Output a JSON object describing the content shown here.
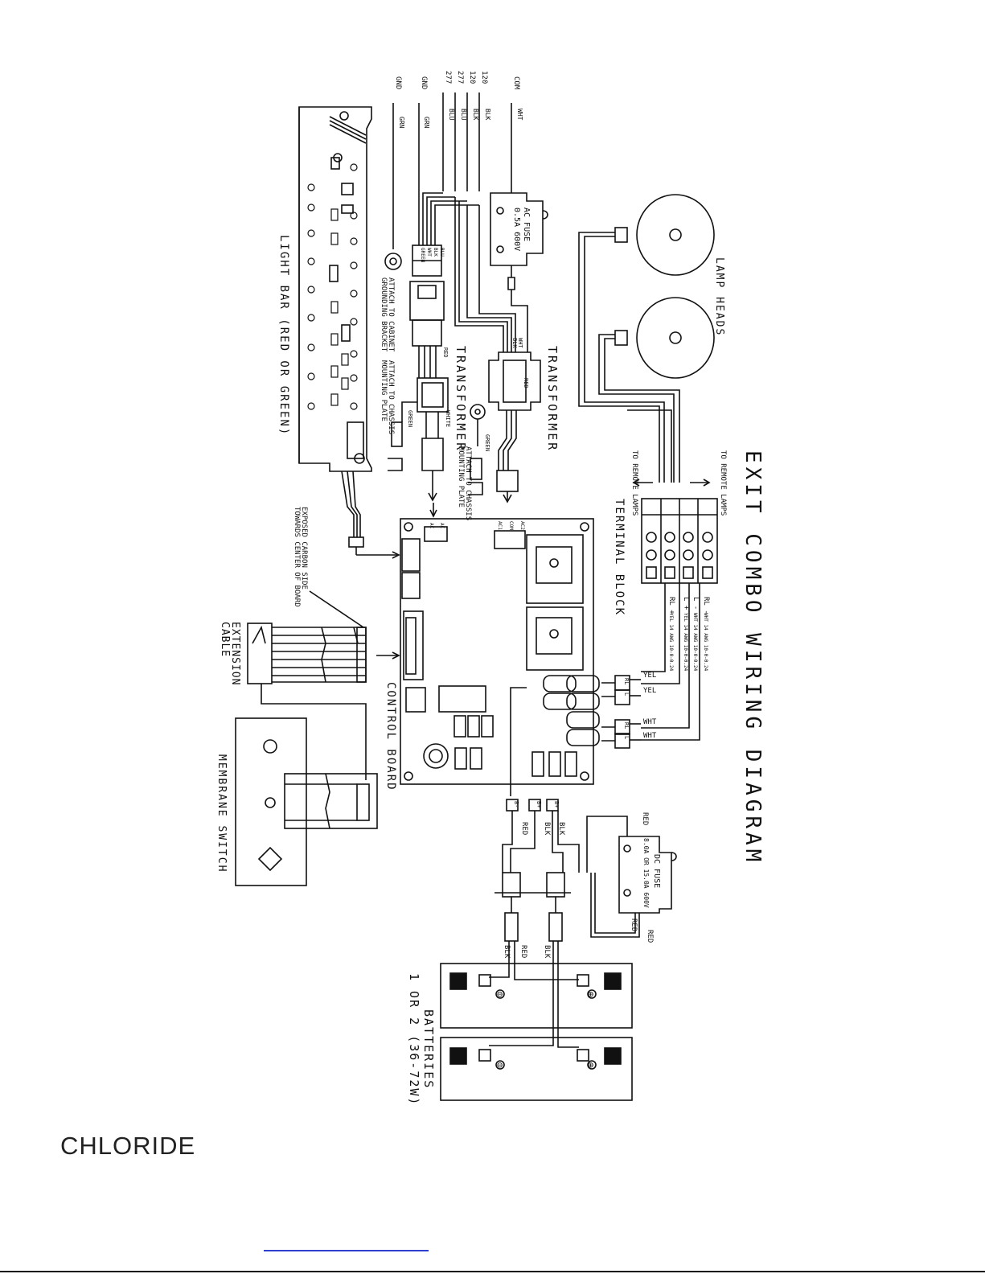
{
  "diagram": {
    "title": "EXIT COMBO WIRING DIAGRAM",
    "lamp_heads": "LAMP HEADS",
    "terminal_block": "TERMINAL BLOCK",
    "to_remote_lamps_top": "TO REMOTE LAMPS",
    "to_remote_lamps_bottom": "TO REMOTE LAMPS",
    "transformer_upper": "TRANSFORMER",
    "transformer_lower": "TRANSFORMER",
    "ac_fuse_1": "AC FUSE",
    "ac_fuse_2": "0.5A 600V",
    "dc_fuse_1": "DC FUSE",
    "dc_fuse_2": "8.0A OR 15.0A 600V",
    "light_bar": "LIGHT BAR (RED OR GREEN)",
    "attach_cabinet_1": "ATTACH TO CABINET",
    "attach_cabinet_2": "GROUNDING BRACKET",
    "attach_chassis_a1": "ATTACH TO CHASSIS",
    "attach_chassis_a2": "MOUNTING PLATE",
    "attach_chassis_b1": "ATTACH TO CHASSIS",
    "attach_chassis_b2": "MOUNTING PLATE",
    "exposed_1": "EXPOSED CARBON SIDE",
    "exposed_2": "TOWARDS CENTER OF BOARD",
    "extension_1": "EXTENSION",
    "extension_2": "CABLE",
    "control_board": "CONTROL BOARD",
    "membrane_switch": "MEMBRANE SWITCH",
    "batteries_1": "BATTERIES",
    "batteries_2": "1 OR 2 (36-72W)",
    "wire_grn_a": "GRN",
    "wire_grn_b": "GRN",
    "wire_blu_a": "BLU",
    "wire_blu_b": "BLU",
    "wire_blk_a": "BLK",
    "wire_blk_b": "BLK",
    "wire_wht": "WHT",
    "src_gnd_a": "GND",
    "src_gnd_b": "GND",
    "src_277_a": "277",
    "src_277_b": "277",
    "src_120_a": "120",
    "src_120_b": "120",
    "src_com": "COM",
    "tb_rl_minus": "RL -",
    "tb_l_minus": "L -",
    "tb_l_plus": "L +",
    "tb_rl_plus": "RL +",
    "tb_wire_1": "WHT 14 AWG 10-0-0.24",
    "tb_wire_2": "WHT 14 AWG 10-0-0.24",
    "tb_wire_3": "YEL 14 AWG 10-0-0.24",
    "tb_wire_4": "YEL 14 AWG 10-0-0.24",
    "yel_a": "YEL",
    "yel_b": "YEL",
    "wht_a": "WHT",
    "wht_b": "WHT",
    "conn_rl": "RL",
    "conn_l": "L",
    "conn_rl_2": "RL",
    "conn_l_2": "L",
    "batt_plus": "B+",
    "batt_minus": "B-",
    "batt_b": "B+",
    "red_a": "RED",
    "red_b": "RED",
    "red_c": "RED",
    "red_d": "RED",
    "red_e": "RED",
    "blk_a": "BLK",
    "blk_b": "BLK",
    "blk_c": "BLK",
    "blk_d": "BLK",
    "tf_red": "RED",
    "tf_wht": "WHT",
    "tf_blk": "BLK",
    "green_a": "GREEN",
    "green_b": "GREEN",
    "white_a": "WHITE",
    "red_tf2": "RED",
    "plug_blk": "BLK",
    "plug_wht": "WHT",
    "plug_green": "GREEN",
    "plug_blu": "BLU",
    "ac_label_1": "AC",
    "ac_label_2": "AC",
    "ac_label_3": "AC1",
    "ac_label_4": "AC2",
    "com_label": "COM"
  },
  "logo": {
    "text": "CHLORIDE"
  }
}
